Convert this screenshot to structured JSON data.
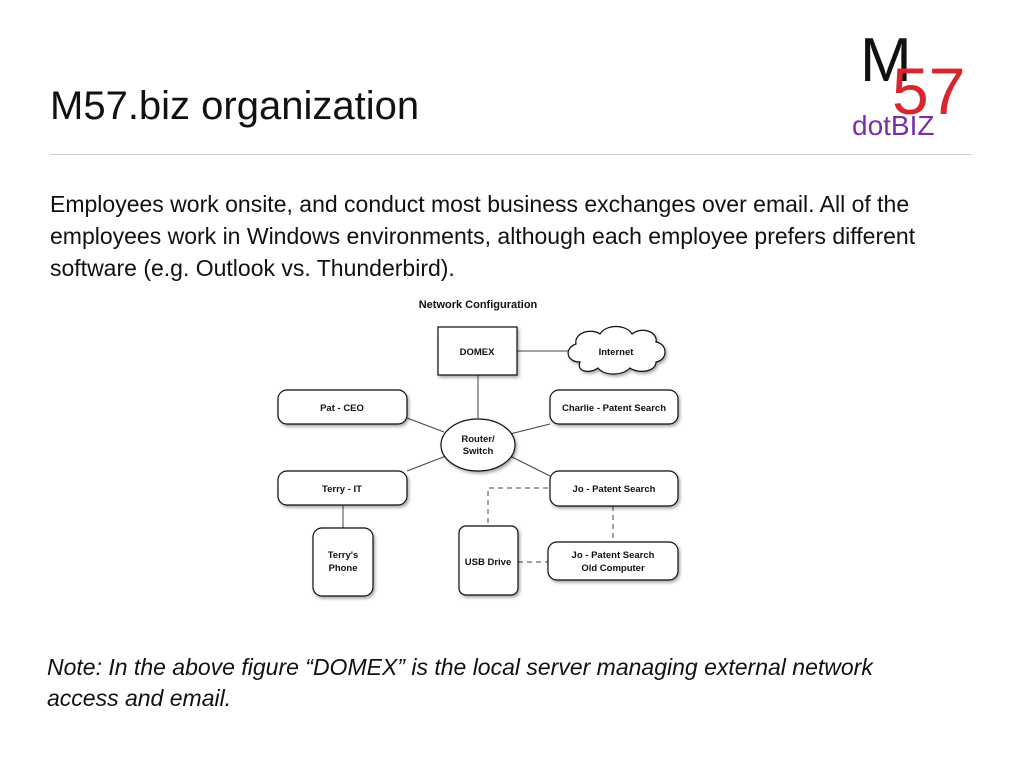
{
  "slide": {
    "title": "M57.biz organization",
    "body": "Employees work onsite, and conduct most business exchanges over email. All of the employees work in Windows environments, although each employee prefers different software (e.g. Outlook vs. Thunderbird).",
    "note": "Note: In the above figure “DOMEX” is the local server managing external network access and email."
  },
  "logo": {
    "letter": "M",
    "number": "57",
    "suffix": "dotBIZ",
    "colors": {
      "letter": "#111111",
      "number": "#d8262c",
      "suffix": "#7a2fa8"
    }
  },
  "diagram": {
    "title": "Network Configuration",
    "nodes": {
      "domex": "DOMEX",
      "internet": "Internet",
      "router_line1": "Router/",
      "router_line2": "Switch",
      "pat": "Pat - CEO",
      "charlie": "Charlie - Patent Search",
      "terry": "Terry - IT",
      "jo": "Jo - Patent Search",
      "terry_phone_line1": "Terry's",
      "terry_phone_line2": "Phone",
      "usb": "USB Drive",
      "jo_old_line1": "Jo - Patent Search",
      "jo_old_line2": "Old Computer"
    }
  }
}
